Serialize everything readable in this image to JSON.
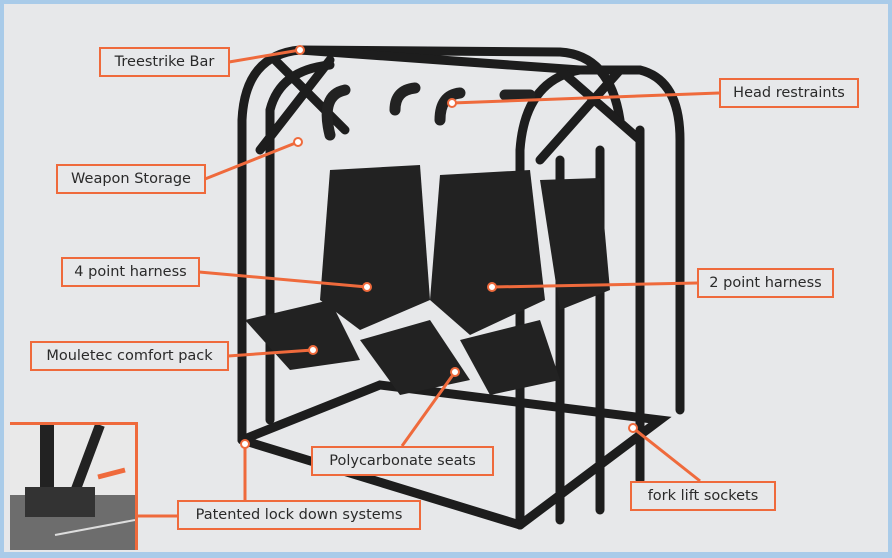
{
  "labels": {
    "treestrike": "Treestrike Bar",
    "head": "Head restraints",
    "weapon": "Weapon Storage",
    "harness4": "4 point harness",
    "harness2": "2 point harness",
    "comfort": "Mouletec comfort pack",
    "seats": "Polycarbonate seats",
    "forklift": "fork lift sockets",
    "lockdown": "Patented lock down systems"
  },
  "colors": {
    "accent": "#ef6a3c",
    "border": "#a9cbe9",
    "background": "#e7e8ea",
    "frame": "#1c1c1c"
  }
}
